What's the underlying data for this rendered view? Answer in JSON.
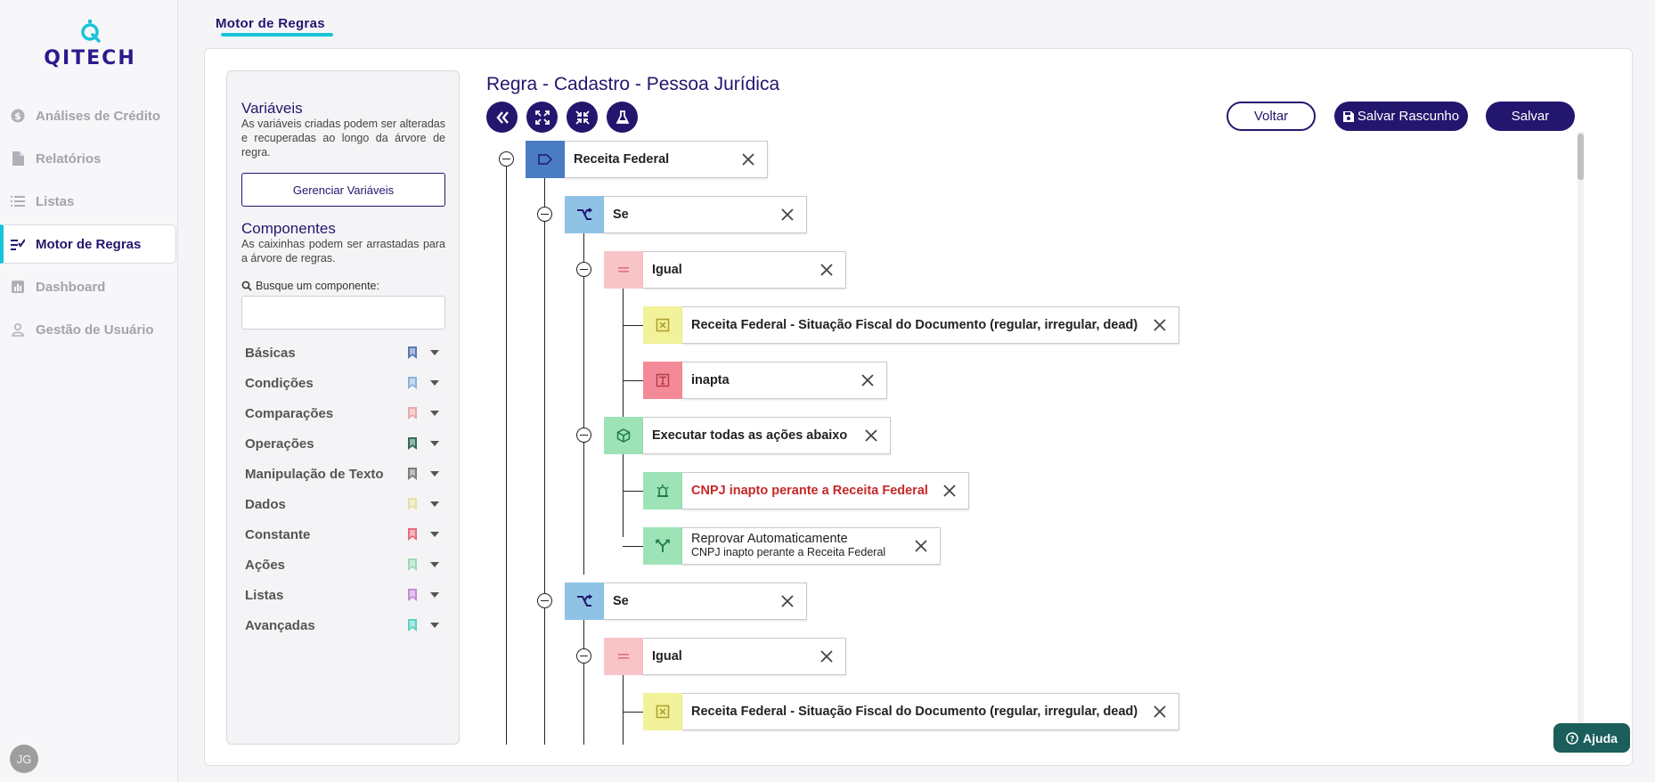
{
  "app": {
    "logo_text": "QITECH"
  },
  "sidebar": {
    "items": [
      {
        "label": "Análises de Crédito",
        "icon": "dollar-icon"
      },
      {
        "label": "Relatórios",
        "icon": "document-icon"
      },
      {
        "label": "Listas",
        "icon": "list-icon"
      },
      {
        "label": "Motor de Regras",
        "icon": "rules-checklist-icon",
        "active": true
      },
      {
        "label": "Dashboard",
        "icon": "bar-chart-icon"
      },
      {
        "label": "Gestão de Usuário",
        "icon": "user-icon"
      }
    ],
    "user_initials": "JG"
  },
  "header": {
    "tab_label": "Motor de Regras"
  },
  "panel": {
    "variables_title": "Variáveis",
    "variables_desc": "As variáveis criadas podem ser alteradas e recuperadas ao longo da árvore de regra.",
    "manage_button": "Gerenciar Variáveis",
    "components_title": "Componentes",
    "components_desc": "As caixinhas podem ser arrastadas para a árvore de regras.",
    "search_label": "Busque um componente:",
    "search_value": "",
    "categories": [
      {
        "label": "Básicas",
        "color": "#5a78b5"
      },
      {
        "label": "Condições",
        "color": "#8fb3d9"
      },
      {
        "label": "Comparações",
        "color": "#e8a7a7"
      },
      {
        "label": "Operações",
        "color": "#2f6b57"
      },
      {
        "label": "Manipulação de Texto",
        "color": "#7d7d7d"
      },
      {
        "label": "Dados",
        "color": "#e3e0a6"
      },
      {
        "label": "Constante",
        "color": "#e36f7d"
      },
      {
        "label": "Ações",
        "color": "#9ed9b5"
      },
      {
        "label": "Listas",
        "color": "#c58ad6"
      },
      {
        "label": "Avançadas",
        "color": "#5fd0c3"
      }
    ]
  },
  "rule": {
    "title": "Regra - Cadastro - Pessoa Jurídica",
    "back_button": "Voltar",
    "save_draft_button": "Salvar Rascunho",
    "save_button": "Salvar"
  },
  "tree": {
    "nodes": [
      {
        "text": "Receita Federal",
        "type": "block",
        "color": "#4a7cc4",
        "icon": "tag-icon"
      },
      {
        "text": "Se",
        "type": "condition",
        "color": "#8fc3e6",
        "icon": "branch-icon"
      },
      {
        "text": "Igual",
        "type": "comparison",
        "color": "#f9c4c8",
        "icon": "equals-icon"
      },
      {
        "text": "Receita Federal - Situação Fiscal do Documento (regular, irregular, dead)",
        "type": "data",
        "color": "#f2f29a",
        "icon": "variable-icon"
      },
      {
        "text": "inapta",
        "type": "constant",
        "color": "#f48a98",
        "icon": "text-constant-icon"
      },
      {
        "text": "Executar todas as ações abaixo",
        "type": "action-group",
        "color": "#9de3b6",
        "icon": "cube-icon"
      },
      {
        "text": "CNPJ inapto perante a Receita Federal",
        "type": "alert",
        "color": "#9de3b6",
        "icon": "siren-icon"
      },
      {
        "text": "Reprovar Automaticamente",
        "subtext": "CNPJ inapto perante a Receita Federal",
        "type": "decision",
        "color": "#9de3b6",
        "icon": "decision-fork-icon"
      },
      {
        "text": "Se",
        "type": "condition",
        "color": "#8fc3e6",
        "icon": "branch-icon"
      },
      {
        "text": "Igual",
        "type": "comparison",
        "color": "#f9c4c8",
        "icon": "equals-icon"
      },
      {
        "text": "Receita Federal - Situação Fiscal do Documento (regular, irregular, dead)",
        "type": "data",
        "color": "#f2f29a",
        "icon": "variable-icon"
      }
    ]
  },
  "help": {
    "label": "Ajuda"
  }
}
